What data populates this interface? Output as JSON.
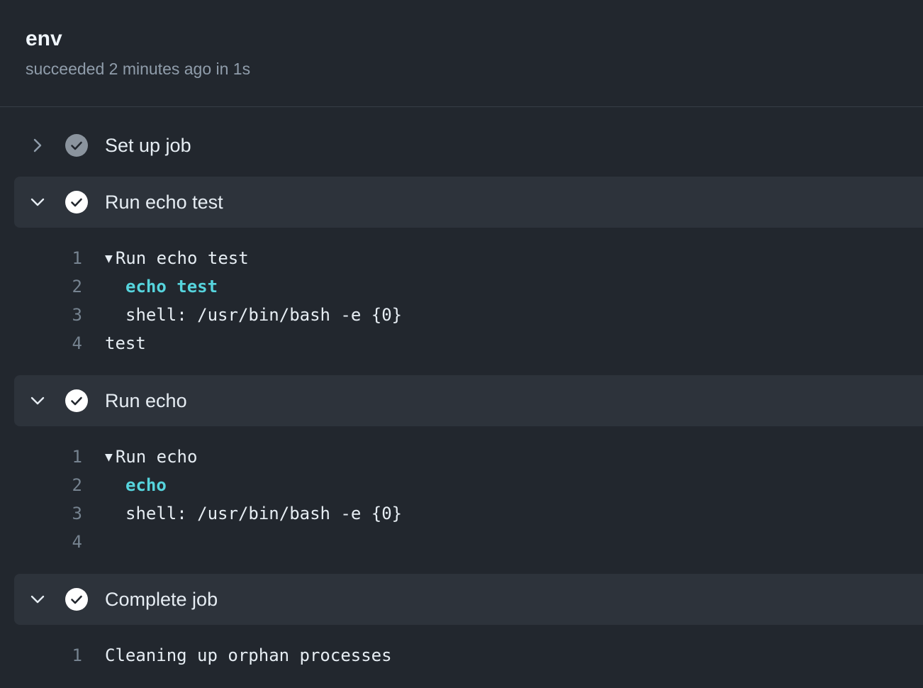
{
  "header": {
    "title": "env",
    "status": "succeeded 2 minutes ago in 1s"
  },
  "colors": {
    "background": "#22272e",
    "expanded_row": "#2d333b",
    "command": "#56d4dd",
    "line_number": "#768390"
  },
  "steps": [
    {
      "label": "Set up job",
      "expanded": false,
      "icon": "check-circle-muted-icon"
    },
    {
      "label": "Run echo test",
      "expanded": true,
      "icon": "check-circle-icon",
      "log": [
        {
          "n": "1",
          "group": "Run echo test"
        },
        {
          "n": "2",
          "command": "echo test"
        },
        {
          "n": "3",
          "text": "shell: /usr/bin/bash -e {0}"
        },
        {
          "n": "4",
          "output": "test"
        }
      ]
    },
    {
      "label": "Run echo",
      "expanded": true,
      "icon": "check-circle-icon",
      "log": [
        {
          "n": "1",
          "group": "Run echo"
        },
        {
          "n": "2",
          "command": "echo"
        },
        {
          "n": "3",
          "text": "shell: /usr/bin/bash -e {0}"
        },
        {
          "n": "4",
          "output": ""
        }
      ]
    },
    {
      "label": "Complete job",
      "expanded": true,
      "icon": "check-circle-icon",
      "log": [
        {
          "n": "1",
          "output": "Cleaning up orphan processes"
        }
      ]
    }
  ]
}
